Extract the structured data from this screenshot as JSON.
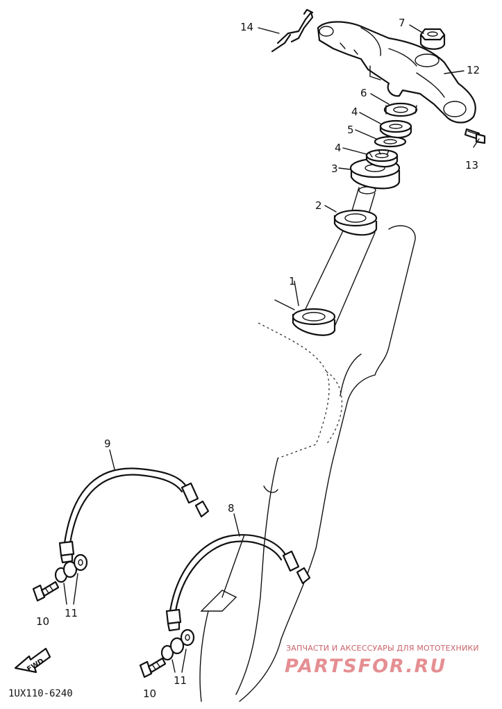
{
  "diagram": {
    "reference_code": "1UX110-6240",
    "fwd_arrow_label": "FWD",
    "callouts": {
      "c1": "1",
      "c2": "2",
      "c3": "3",
      "c4a": "4",
      "c4b": "4",
      "c5": "5",
      "c6": "6",
      "c7": "7",
      "c8": "8",
      "c9": "9",
      "c10a": "10",
      "c10b": "10",
      "c11a": "11",
      "c11b": "11",
      "c12": "12",
      "c13": "13",
      "c14": "14"
    }
  },
  "watermark": {
    "caption": "ЗАПЧАСТИ И АКСЕССУАРЫ ДЛЯ МОТОТЕХНИКИ",
    "logo": "PARTSFOR.RU"
  }
}
